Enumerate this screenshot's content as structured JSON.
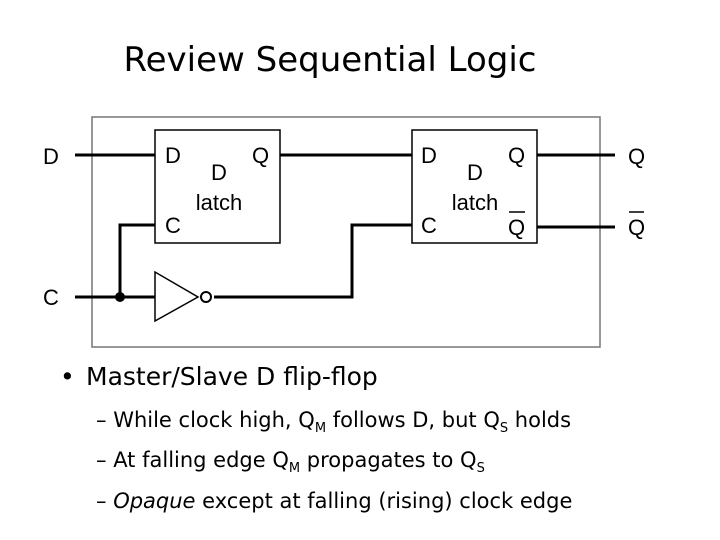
{
  "title": "Review Sequential Logic",
  "colors": {
    "frame": "#777777",
    "wire": "#000000"
  },
  "diagram": {
    "input_d": "D",
    "input_c": "C",
    "output_q": "Q",
    "output_qbar": "Q",
    "master": {
      "d": "D",
      "c": "C",
      "q": "Q",
      "name_line1": "D",
      "name_line2": "latch"
    },
    "slave": {
      "d": "D",
      "c": "C",
      "q": "Q",
      "qbar": "Q",
      "name_line1": "D",
      "name_line2": "latch"
    }
  },
  "bullets": {
    "main": "Master/Slave D flip-flop",
    "sub1": {
      "dash": "– ",
      "a": "While clock high, Q",
      "a_sub": "M",
      "b": " follows D, but Q",
      "b_sub": "S",
      "c": " holds"
    },
    "sub2": {
      "dash": "– ",
      "a": "At falling edge Q",
      "a_sub": "M",
      "b": " propagates to Q",
      "b_sub": "S"
    },
    "sub3": {
      "dash": "– ",
      "italic": "Opaque",
      "rest": " except at falling (rising) clock edge"
    }
  }
}
